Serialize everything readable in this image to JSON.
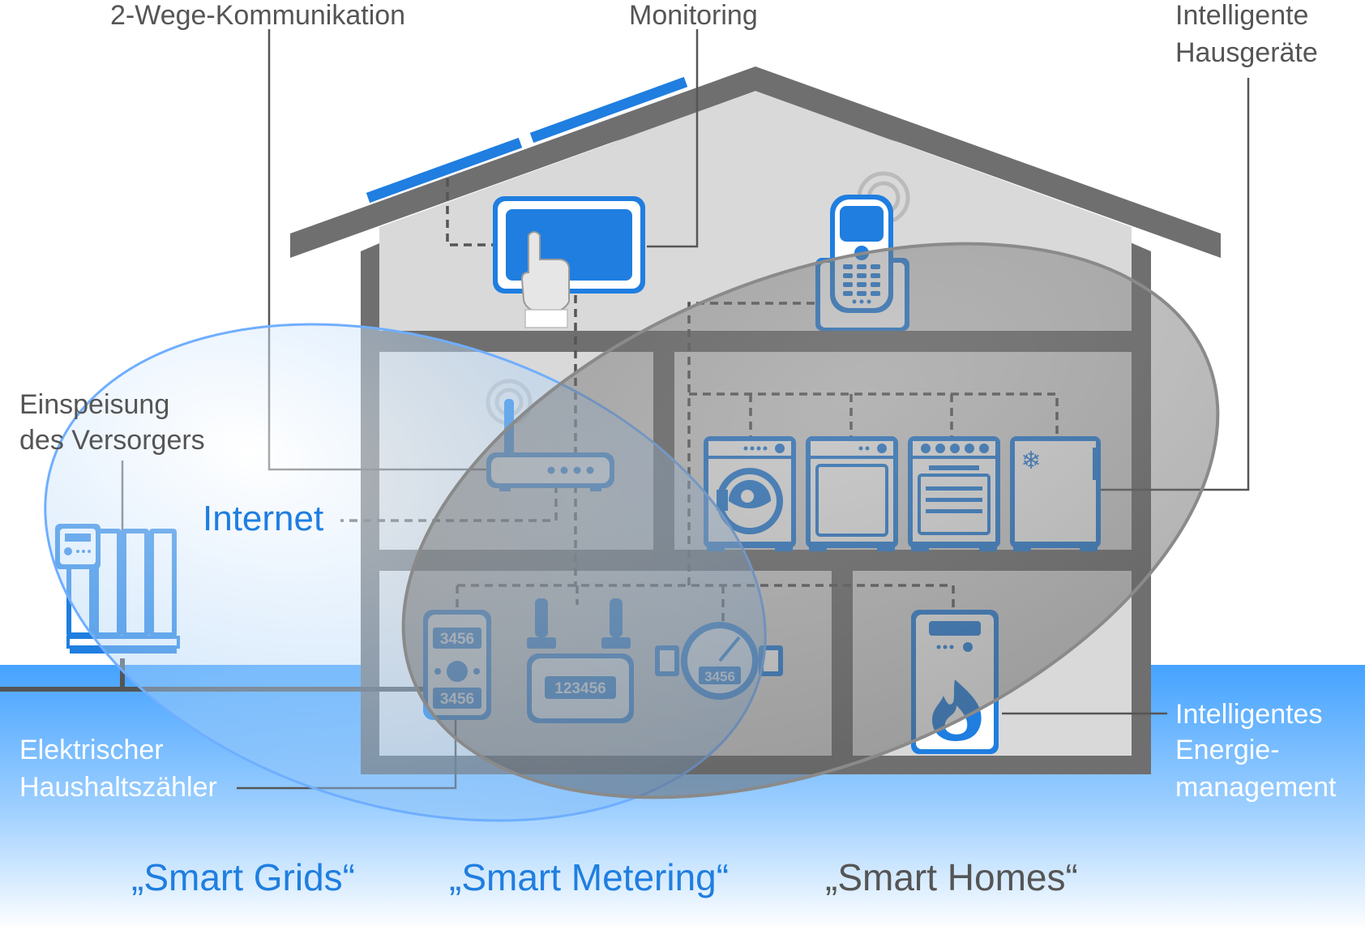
{
  "labels": {
    "two_way": "2-Wege-Kommunikation",
    "monitoring": "Monitoring",
    "appliances_1": "Intelligente",
    "appliances_2": "Hausgeräte",
    "supply_1": "Einspeisung",
    "supply_2": "des Versorgers",
    "internet": "Internet",
    "meter_1": "Elektrischer",
    "meter_2": "Haushaltszähler",
    "energy_1": "Intelligentes",
    "energy_2": "Energie-",
    "energy_3": "management"
  },
  "categories": {
    "grids": "„Smart Grids“",
    "metering": "„Smart Metering“",
    "homes": "„Smart Homes“"
  },
  "meter_digits": {
    "electric_top": "3456",
    "electric_bottom": "3456",
    "gas": "123456",
    "water": "3456"
  },
  "colors": {
    "accent_blue": "#1f7ee0",
    "house_gray": "#6f6f6f",
    "ground_blue": "#4aa6ff",
    "text_gray": "#555555"
  }
}
